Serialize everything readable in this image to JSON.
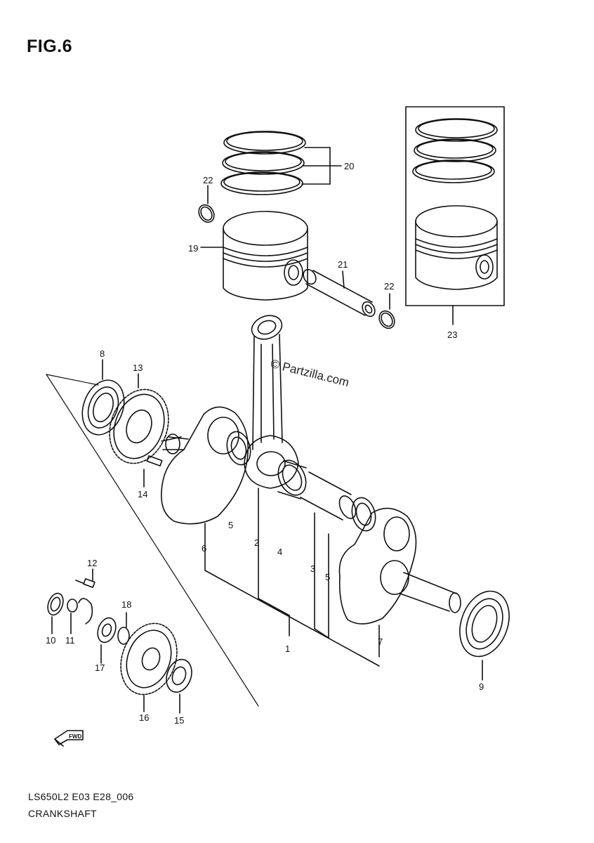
{
  "figure": {
    "title": "FIG.6",
    "code": "LS650L2 E03 E28_006",
    "name": "CRANKSHAFT",
    "watermark": "© Partzilla.com",
    "fwd_label": "FWD"
  },
  "callouts": [
    {
      "id": "c1",
      "text": "1"
    },
    {
      "id": "c2",
      "text": "2"
    },
    {
      "id": "c3",
      "text": "3"
    },
    {
      "id": "c4",
      "text": "4"
    },
    {
      "id": "c5a",
      "text": "5"
    },
    {
      "id": "c5b",
      "text": "5"
    },
    {
      "id": "c6",
      "text": "6"
    },
    {
      "id": "c7",
      "text": "7"
    },
    {
      "id": "c8",
      "text": "8"
    },
    {
      "id": "c9",
      "text": "9"
    },
    {
      "id": "c10",
      "text": "10"
    },
    {
      "id": "c11",
      "text": "11"
    },
    {
      "id": "c12",
      "text": "12"
    },
    {
      "id": "c13",
      "text": "13"
    },
    {
      "id": "c14",
      "text": "14"
    },
    {
      "id": "c15",
      "text": "15"
    },
    {
      "id": "c16",
      "text": "16"
    },
    {
      "id": "c17",
      "text": "17"
    },
    {
      "id": "c18",
      "text": "18"
    },
    {
      "id": "c19",
      "text": "19"
    },
    {
      "id": "c20",
      "text": "20"
    },
    {
      "id": "c21",
      "text": "21"
    },
    {
      "id": "c22a",
      "text": "22"
    },
    {
      "id": "c22b",
      "text": "22"
    },
    {
      "id": "c23",
      "text": "23"
    }
  ]
}
